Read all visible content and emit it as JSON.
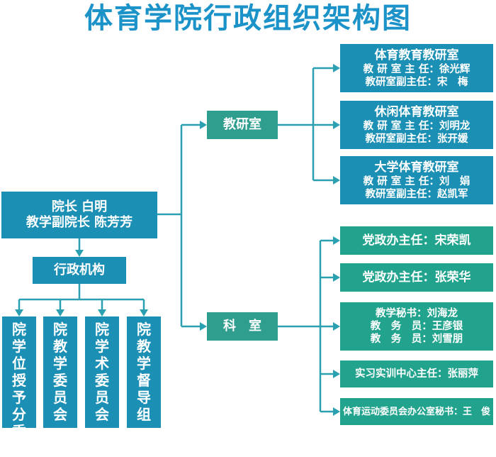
{
  "title": "体育学院行政组织架构图",
  "dean": {
    "line1": "院长 白明",
    "line2": "教学副院长 陈芳芳"
  },
  "admin": "行政机构",
  "committees": [
    "院学位授予分委会",
    "院教学委员会",
    "院学术委员会",
    "院教学督导组"
  ],
  "jiaoyanshi": {
    "label": "教研室",
    "rooms": [
      {
        "name": "体育教育教研室",
        "director": "教 研 室 主 任：徐光辉",
        "deputy": "教研室副主任：宋　梅"
      },
      {
        "name": "休闲体育教研室",
        "director": "教 研 室 主 任：刘明龙",
        "deputy": "教研室副主任：张开媛"
      },
      {
        "name": "大学体育教研室",
        "director": "教 研 室 主 任：刘　娟",
        "deputy": "教研室副主任：赵凯军"
      }
    ]
  },
  "keshi": {
    "label": "科　室",
    "items": [
      {
        "lines": [
          "党政办主任：宋荣凯"
        ]
      },
      {
        "lines": [
          "党政办主任：张荣华"
        ]
      },
      {
        "lines": [
          "教学秘书：刘海龙",
          "教　务　员：王彦银",
          "教　务　员：刘雪朋"
        ]
      },
      {
        "lines": [
          "实习实训中心主任：张丽萍"
        ]
      },
      {
        "lines": [
          "体育运动委员会办公室秘书：王　俊"
        ]
      }
    ]
  },
  "colors": {
    "blue": "#1b8fb4",
    "teal": "#2f9e8f",
    "green": "#22a38d",
    "title": "#1b92c8",
    "line": "#2aa0b0"
  }
}
